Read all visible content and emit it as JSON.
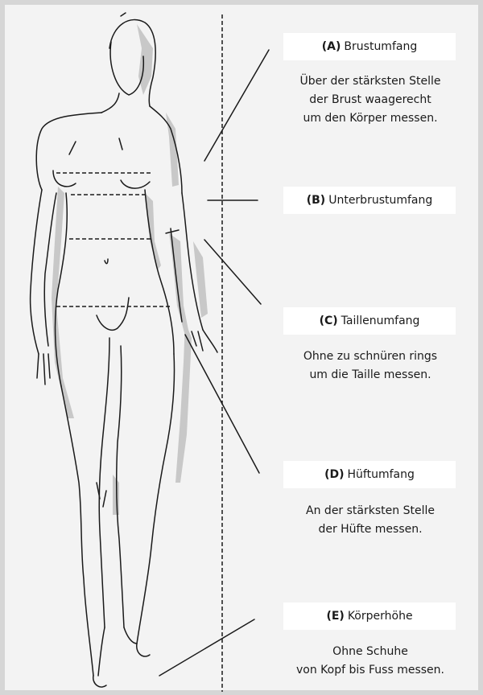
{
  "measurements": [
    {
      "letter": "(A)",
      "name": "Brustumfang",
      "desc": [
        "Über der stärksten Stelle",
        "der Brust waagerecht",
        "um den Körper messen."
      ]
    },
    {
      "letter": "(B)",
      "name": "Unterbrustumfang",
      "desc": []
    },
    {
      "letter": "(C)",
      "name": "Taillenumfang",
      "desc": [
        "Ohne zu schnüren rings",
        "um die Taille messen."
      ]
    },
    {
      "letter": "(D)",
      "name": "Hüftumfang",
      "desc": [
        "An der stärksten Stelle",
        "der Hüfte messen."
      ]
    },
    {
      "letter": "(E)",
      "name": "Körperhöhe",
      "desc": [
        "Ohne Schuhe",
        "von Kopf bis Fuss messen."
      ]
    }
  ],
  "colors": {
    "background": "#f3f3f3",
    "border": "#d6d6d6",
    "label_bg": "#ffffff",
    "shade": "#c8c8c8",
    "ink": "#1a1a1a"
  }
}
